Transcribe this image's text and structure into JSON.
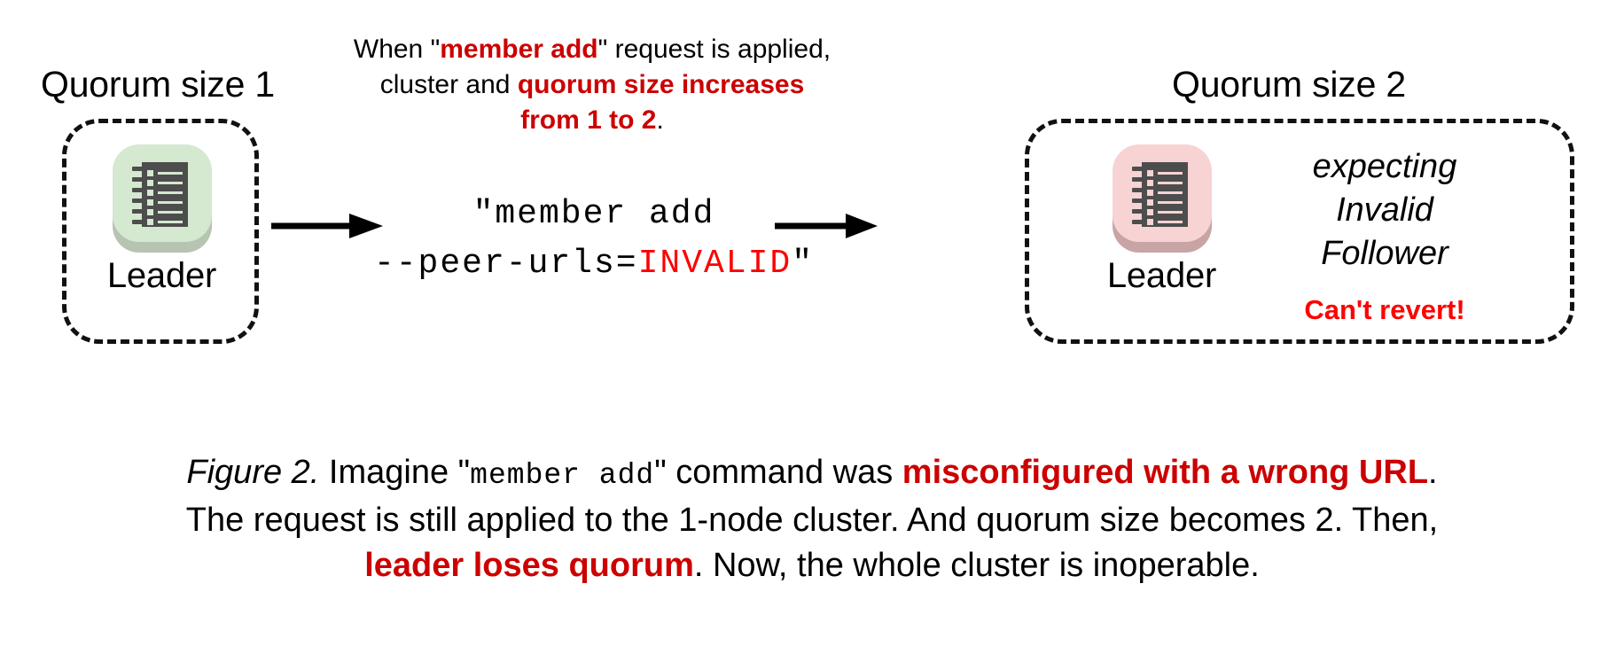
{
  "figure": {
    "left_cluster": {
      "heading": "Quorum size 1",
      "node_label": "Leader",
      "icon_name": "server-ledger-icon",
      "tile_color": "#d5e8d0",
      "tile_shadow": "#b6c4b1",
      "glyph_color": "#4d4d4d"
    },
    "right_cluster": {
      "heading": "Quorum size 2",
      "node_label": "Leader",
      "icon_name": "server-ledger-icon",
      "tile_color": "#f8d3d3",
      "tile_shadow": "#c9a4a4",
      "glyph_color": "#4d4d4d",
      "expecting_line1": "expecting",
      "expecting_line2": "Invalid",
      "expecting_line3": "Follower",
      "warning": "Can't revert!"
    },
    "top_note": {
      "l1_a": "When \"",
      "l1_b": "member add",
      "l1_c": "\" request is applied,",
      "l2_a": "cluster and ",
      "l2_b": "quorum size increases",
      "l3_b": "from 1 to 2",
      "l3_c": "."
    },
    "command": {
      "line1": "\"member add",
      "line2_prefix": "--peer-urls=",
      "line2_invalid": "INVALID",
      "line2_suffix": "\""
    },
    "caption": {
      "fig_label": "Figure 2.",
      "t1": " Imagine \"",
      "mono1": "member add",
      "t2": "\" command was ",
      "b1": "misconfigured with a wrong URL",
      "t3": ".",
      "t4": "The request is still applied to the 1-node cluster. And quorum size becomes 2. Then,",
      "b2": "leader loses quorum",
      "t5": ". Now, the whole cluster is inoperable."
    },
    "colors": {
      "dark_red": "#cc0000",
      "bright_red": "#ff0000",
      "ink": "#000000",
      "background": "#ffffff"
    }
  }
}
